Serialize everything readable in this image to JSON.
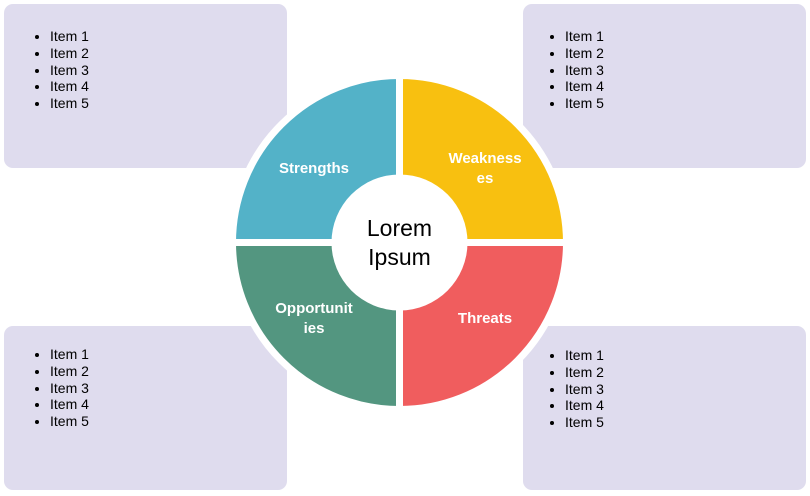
{
  "center": {
    "line1": "Lorem",
    "line2": "Ipsum"
  },
  "quadrants": {
    "strengths": {
      "line1": "Strengths",
      "color": "#53b2c8"
    },
    "weaknesses": {
      "line1": "Weakness",
      "line2": "es",
      "color": "#f8c010"
    },
    "opportunities": {
      "line1": "Opportunit",
      "line2": "ies",
      "color": "#539680"
    },
    "threats": {
      "line1": "Threats",
      "color": "#f05d5e"
    }
  },
  "boxes": {
    "top_left": {
      "items": [
        "Item 1",
        "Item 2",
        "Item 3",
        "Item 4",
        "Item 5"
      ]
    },
    "top_right": {
      "items": [
        "Item 1",
        "Item 2",
        "Item 3",
        "Item 4",
        "Item 5"
      ]
    },
    "bottom_left": {
      "items": [
        "Item 1",
        "Item 2",
        "Item 3",
        "Item 4",
        "Item 5"
      ]
    },
    "bottom_right": {
      "items": [
        "Item 1",
        "Item 2",
        "Item 3",
        "Item 4",
        "Item 5"
      ]
    }
  },
  "colors": {
    "box_fill": "#dfdcee"
  }
}
